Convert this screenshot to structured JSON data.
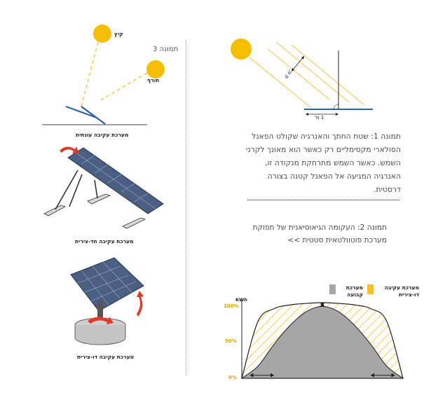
{
  "figure1": {
    "caption": "תמונה 1: שטח החתך והאנרגיה שקולט הפאנל הסולארי מקסימליים רק כאשר הוא מאונך לקרני השמש. כאשר השמש מתרחקת מנקודה זו, האנרגיה המגיעה אל הפאנל קטנה בצורה דרסטית.",
    "label_d": "d מ'",
    "label_1m": "1 מ'"
  },
  "figure2": {
    "caption": "תמונה 2: העקומה הגיאוסיאנית של תפוקת מערכת פוטוולטאית סטטית >>"
  },
  "figure3": {
    "label": "תמונה 3",
    "summer": "קיץ",
    "winter": "חורף",
    "seasonal_caption": "מערכת עקיבה עונתית",
    "single_axis_caption": "מערכת עקיבה חד-צירית",
    "dual_axis_caption": "מערכת עקיבה דו-צירית"
  },
  "chart_data": {
    "type": "area",
    "ylabel": "KWh",
    "yticks": [
      "100%",
      "50%",
      "0%"
    ],
    "legend": [
      {
        "name": "מערכת עקיבה דו-צירית",
        "color": "#F5BE2E",
        "pattern": "hatch"
      },
      {
        "name": "מערכת קבועה",
        "color": "#A6A6A6",
        "pattern": "solid"
      }
    ],
    "series": [
      {
        "name": "מערכת עקיבה דו-צירית",
        "x": [
          0,
          0.1,
          0.2,
          0.3,
          0.4,
          0.5,
          0.6,
          0.7,
          0.8,
          0.9,
          1.0
        ],
        "values": [
          0,
          75,
          92,
          97,
          99,
          100,
          99,
          97,
          92,
          75,
          0
        ]
      },
      {
        "name": "מערכת קבועה",
        "x": [
          0,
          0.1,
          0.2,
          0.3,
          0.4,
          0.5,
          0.6,
          0.7,
          0.8,
          0.9,
          1.0
        ],
        "values": [
          0,
          16,
          45,
          70,
          88,
          95,
          88,
          70,
          45,
          16,
          0
        ]
      }
    ],
    "ylim": [
      0,
      100
    ]
  },
  "colors": {
    "sun": "#F5BE00",
    "ray": "#F2C24A",
    "panel": "#2F5FA6",
    "hatch": "#F5BE2E",
    "fixed": "#A6A6A6",
    "accent_orange": "#E8A000",
    "arrow_red": "#E03A2A"
  }
}
